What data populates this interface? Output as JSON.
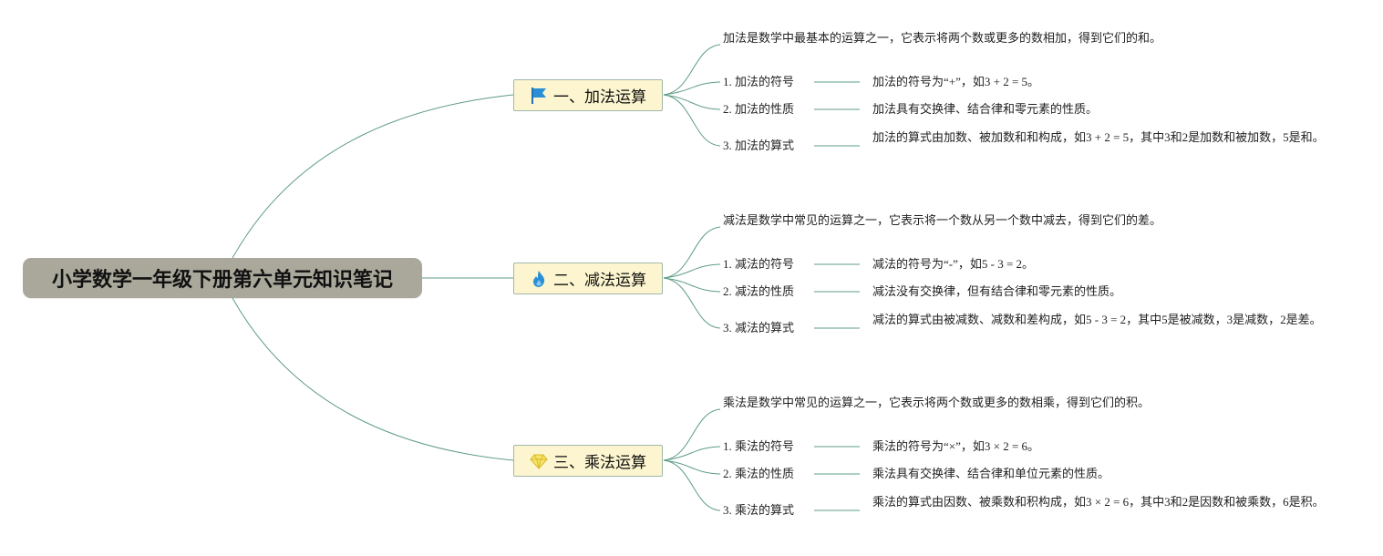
{
  "title": "小学数学一年级下册第六单元知识笔记",
  "colors": {
    "root_bg": "#a9a89a",
    "branch_bg": "#fcf5cf",
    "branch_border": "#9fb8aa",
    "link": "#5e9c86"
  },
  "branches": [
    {
      "icon": "flag-icon",
      "label": "一、加法运算",
      "description": "加法是数学中最基本的运算之一，它表示将两个数或更多的数相加，得到它们的和。",
      "items": [
        {
          "label": "1. 加法的符号",
          "detail": "加法的符号为“+”，如3 + 2 = 5。"
        },
        {
          "label": "2. 加法的性质",
          "detail": "加法具有交换律、结合律和零元素的性质。"
        },
        {
          "label": "3. 加法的算式",
          "detail": "加法的算式由加数、被加数和和构成，如3 + 2 = 5，其中3和2是加数和被加数，5是和。"
        }
      ]
    },
    {
      "icon": "fire-icon",
      "label": "二、减法运算",
      "description": "减法是数学中常见的运算之一，它表示将一个数从另一个数中减去，得到它们的差。",
      "items": [
        {
          "label": "1. 减法的符号",
          "detail": "减法的符号为“-”，如5 - 3 = 2。"
        },
        {
          "label": "2. 减法的性质",
          "detail": "减法没有交换律，但有结合律和零元素的性质。"
        },
        {
          "label": "3. 减法的算式",
          "detail": "减法的算式由被减数、减数和差构成，如5 - 3 = 2，其中5是被减数，3是减数，2是差。"
        }
      ]
    },
    {
      "icon": "diamond-icon",
      "label": "三、乘法运算",
      "description": "乘法是数学中常见的运算之一，它表示将两个数或更多的数相乘，得到它们的积。",
      "items": [
        {
          "label": "1. 乘法的符号",
          "detail": "乘法的符号为“×”，如3 × 2 = 6。"
        },
        {
          "label": "2. 乘法的性质",
          "detail": "乘法具有交换律、结合律和单位元素的性质。"
        },
        {
          "label": "3. 乘法的算式",
          "detail": "乘法的算式由因数、被乘数和积构成，如3 × 2 = 6，其中3和2是因数和被乘数，6是积。"
        }
      ]
    }
  ]
}
